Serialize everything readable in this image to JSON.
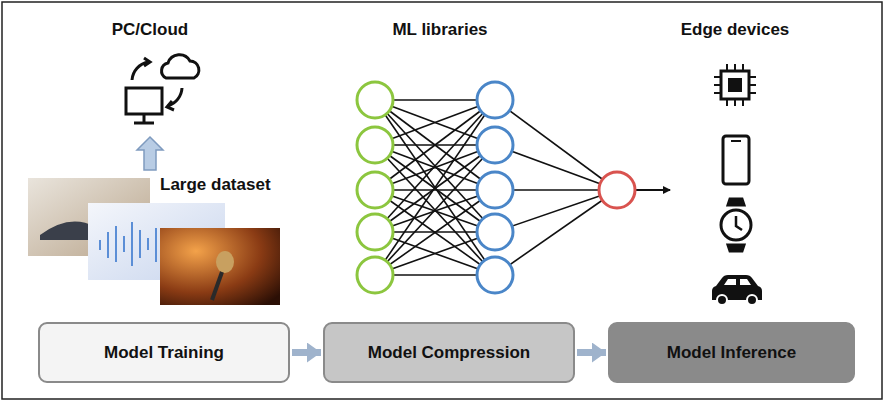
{
  "diagram": {
    "nodes": [
      {
        "text": [
          "Model Training"
        ]
      },
      {
        "text": [
          "Model Compression"
        ]
      },
      {
        "text": [
          "Model Inference"
        ]
      }
    ],
    "edges": [
      {
        "from": 0,
        "to": 1,
        "arrow": "to"
      },
      {
        "from": 1,
        "to": 2,
        "arrow": "to"
      }
    ],
    "labels": [
      "PC/Cloud",
      "ML libraries",
      "Edge devices",
      "Large dataset"
    ]
  }
}
